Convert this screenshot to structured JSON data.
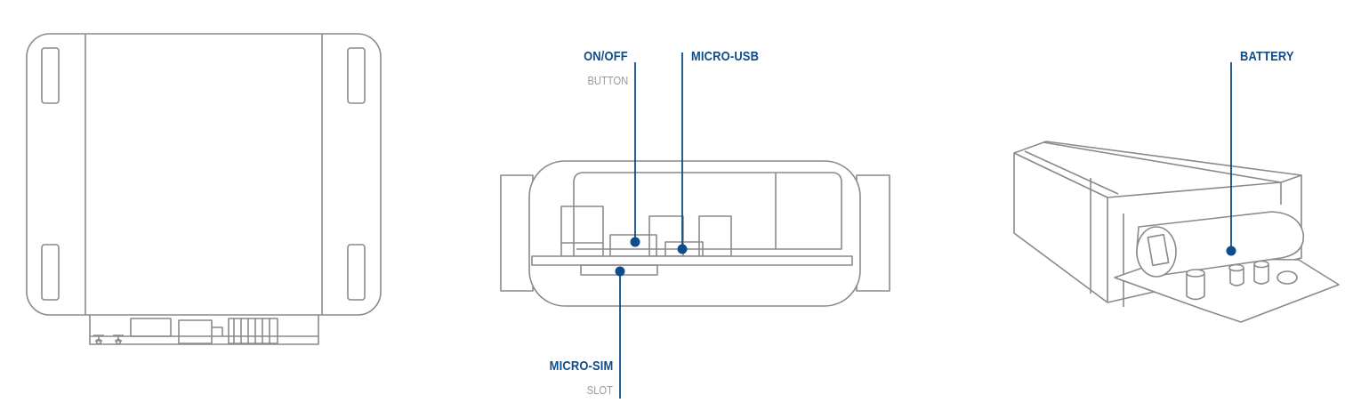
{
  "colors": {
    "accent": "#0f4c8a",
    "outline": "#8a8a8a",
    "secondary_text": "#9a9a9a"
  },
  "views": {
    "front": {
      "name": "front-view"
    },
    "side": {
      "name": "side-view",
      "callouts": {
        "onoff": {
          "label": "ON/OFF",
          "sublabel": "BUTTON"
        },
        "microusb": {
          "label": "MICRO-USB"
        },
        "microsim": {
          "label": "MICRO-SIM",
          "sublabel": "SLOT"
        }
      }
    },
    "iso": {
      "name": "isometric-view",
      "callouts": {
        "battery": {
          "label": "BATTERY"
        }
      }
    }
  }
}
